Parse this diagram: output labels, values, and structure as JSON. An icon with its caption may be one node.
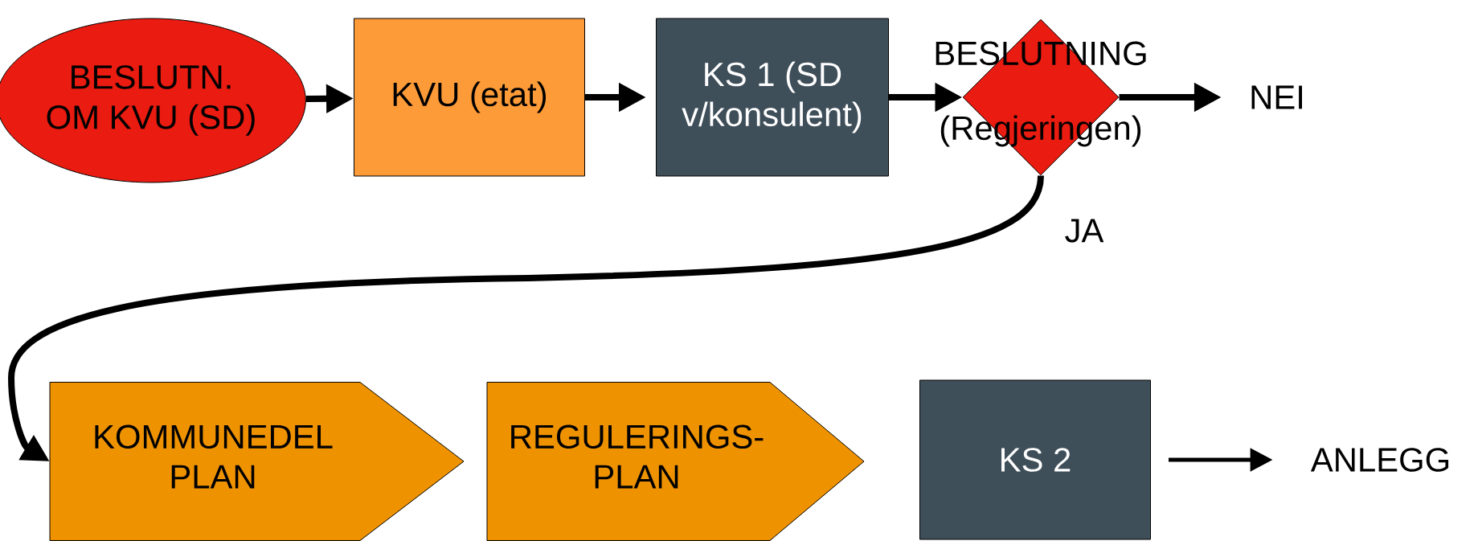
{
  "diagram": {
    "nodes": [
      {
        "text": [
          "BESLUTN. OM KVU (SD)"
        ]
      },
      {
        "text": [
          "KVU (etat)"
        ]
      },
      {
        "text": [
          "KS 1 (SD v/konsulent)"
        ]
      },
      {
        "text": [
          "BESLUTNING (Regjeringen)"
        ]
      },
      {
        "text": [
          "NEI"
        ]
      },
      {
        "text": [
          "KOMMUNEDEL PLAN"
        ]
      },
      {
        "text": [
          "REGULERINGS- PLAN"
        ]
      },
      {
        "text": [
          "KS 2"
        ]
      },
      {
        "text": [
          "ANLEGG"
        ]
      }
    ],
    "edges": [
      {
        "from": 0,
        "to": 1,
        "arrow": "to"
      },
      {
        "from": 1,
        "to": 2,
        "arrow": "to"
      },
      {
        "from": 2,
        "to": 3,
        "arrow": "to"
      },
      {
        "from": 3,
        "to": 4,
        "arrow": "to"
      },
      {
        "from": 3,
        "to": 5,
        "arrow": "to",
        "label": "JA"
      },
      {
        "from": 7,
        "to": 8,
        "arrow": "to"
      }
    ]
  }
}
